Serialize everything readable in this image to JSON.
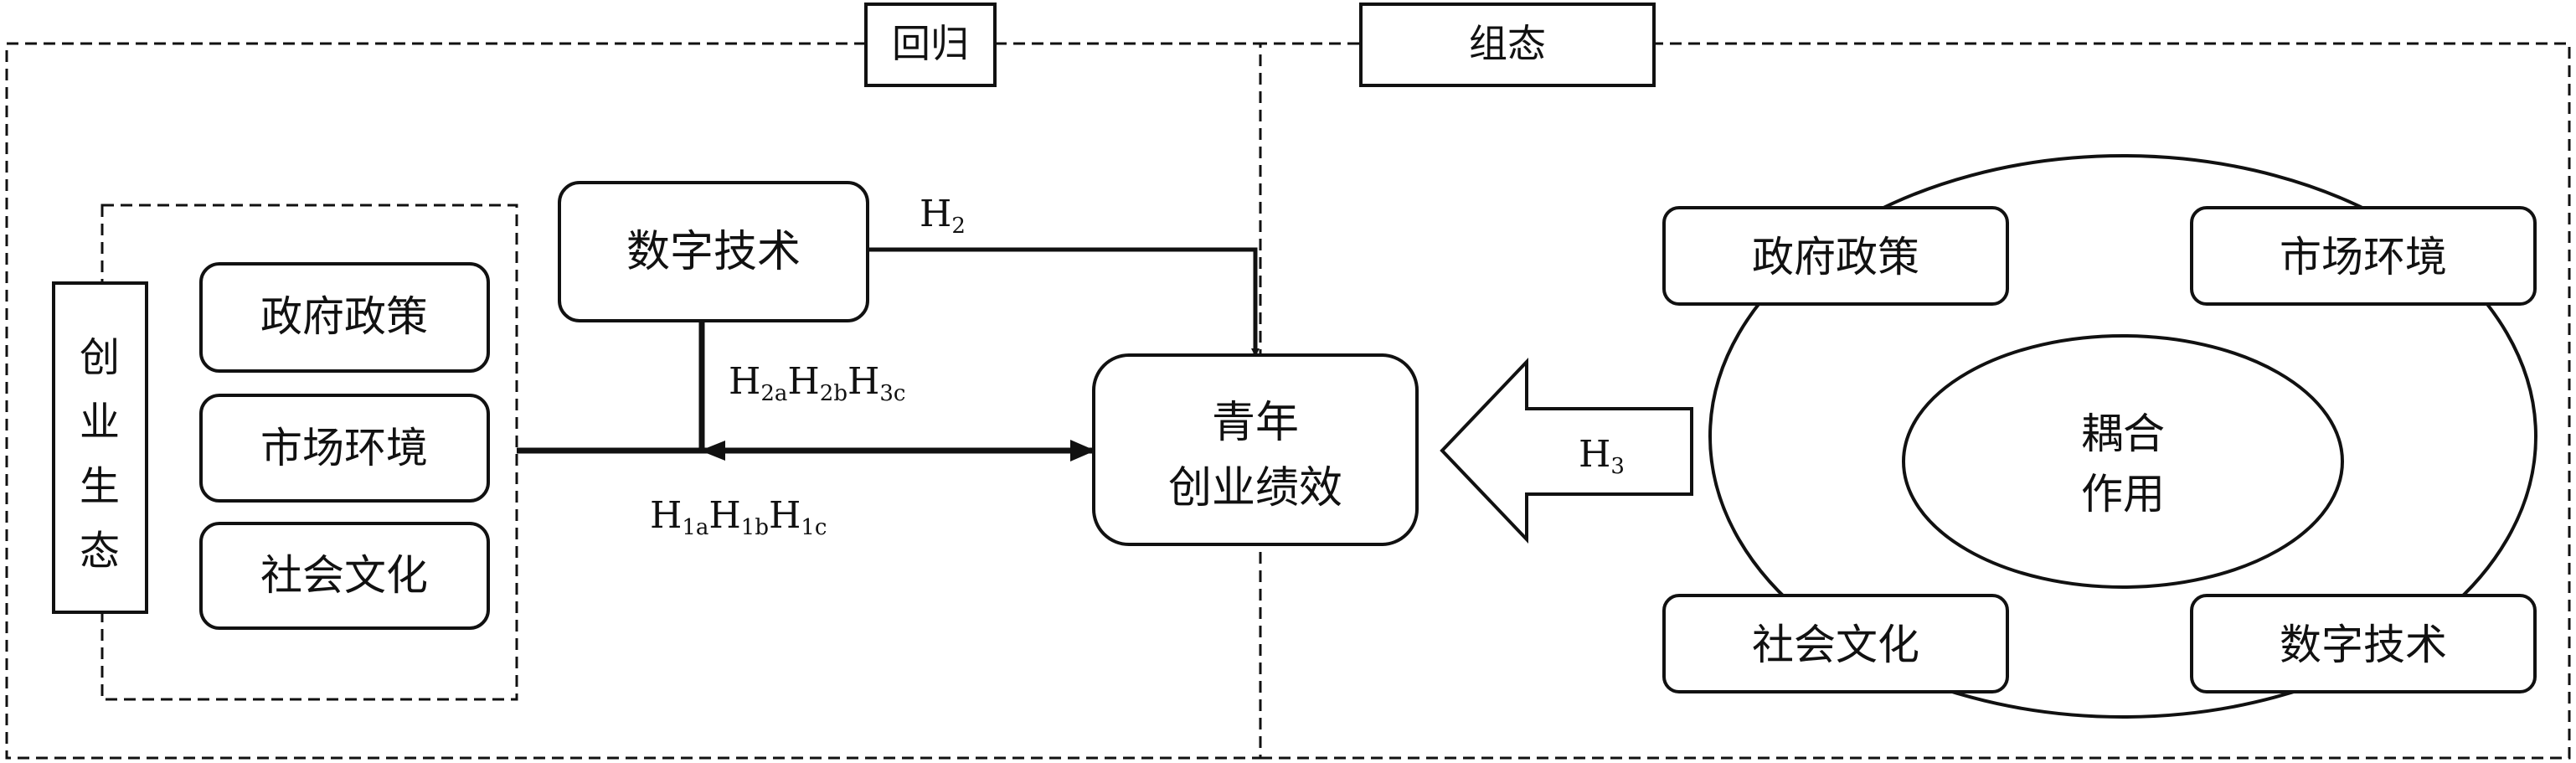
{
  "sections": {
    "regression_label": "回归",
    "configuration_label": "组态"
  },
  "left": {
    "ecosystem_chars": [
      "创",
      "业",
      "生",
      "态"
    ],
    "factors": [
      "政府政策",
      "市场环境",
      "社会文化"
    ],
    "digital_tech": "数字技术",
    "outcome_line1": "青年",
    "outcome_line2": "创业绩效"
  },
  "hypotheses": {
    "h2": {
      "base": "H",
      "sub": "2"
    },
    "h2_group": [
      {
        "base": "H",
        "sub": "2a"
      },
      {
        "base": "H",
        "sub": "2b"
      },
      {
        "base": "H",
        "sub": "3c"
      }
    ],
    "h1_group": [
      {
        "base": "H",
        "sub": "1a"
      },
      {
        "base": "H",
        "sub": "1b"
      },
      {
        "base": "H",
        "sub": "1c"
      }
    ],
    "h3": {
      "base": "H",
      "sub": "3"
    }
  },
  "right": {
    "top_left": "政府政策",
    "top_right": "市场环境",
    "bottom_left": "社会文化",
    "bottom_right": "数字技术",
    "center_line1": "耦合",
    "center_line2": "作用"
  }
}
